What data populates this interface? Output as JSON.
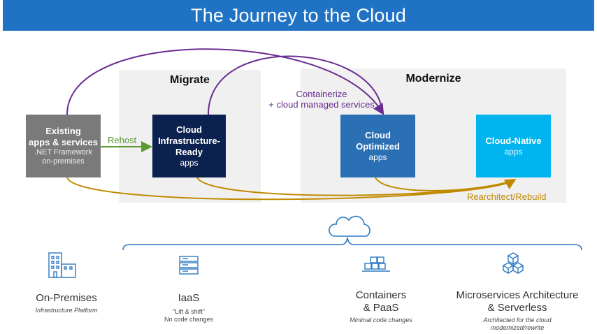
{
  "header": {
    "title": "The Journey to the Cloud"
  },
  "bands": {
    "migrate": "Migrate",
    "modernize": "Modernize"
  },
  "boxes": {
    "existing": {
      "line1": "Existing",
      "line2": "apps & services",
      "sub1": ".NET Framework",
      "sub2": "on-premises"
    },
    "ready": {
      "line1": "Cloud",
      "line2": "Infrastructure-",
      "line3": "Ready",
      "sub": "apps"
    },
    "optimized": {
      "line1": "Cloud",
      "line2": "Optimized",
      "sub": "apps"
    },
    "native": {
      "line1": "Cloud-Native",
      "sub": "apps"
    }
  },
  "paths": {
    "rehost": "Rehost",
    "containerize_line1": "Containerize",
    "containerize_line2": "+ cloud managed services",
    "rearchitect": "Rearchitect/Rebuild"
  },
  "colors": {
    "title_bar": "#1f72c4",
    "existing": "#7a7a7a",
    "ready": "#0b2150",
    "optimized": "#2b6fb5",
    "native": "#00b4f0",
    "rehost": "#5b9b32",
    "containerize": "#6a2c91",
    "rearchitect": "#c08a00",
    "icon": "#2b79c2"
  },
  "categories": [
    {
      "name": "On-Premises",
      "desc": "Infrastructure Platform",
      "icon": "building-icon"
    },
    {
      "name": "IaaS",
      "desc1": "\"Lift & shift\"",
      "desc2": "No code changes",
      "icon": "server-icon"
    },
    {
      "name1": "Containers",
      "name2": "& PaaS",
      "desc": "Minimal code changes",
      "icon": "containers-icon"
    },
    {
      "name1": "Microservices Architecture",
      "name2": "& Serverless",
      "desc1": "Architected for the cloud",
      "desc2": "modernized/rewrite",
      "icon": "microservices-icon"
    }
  ]
}
